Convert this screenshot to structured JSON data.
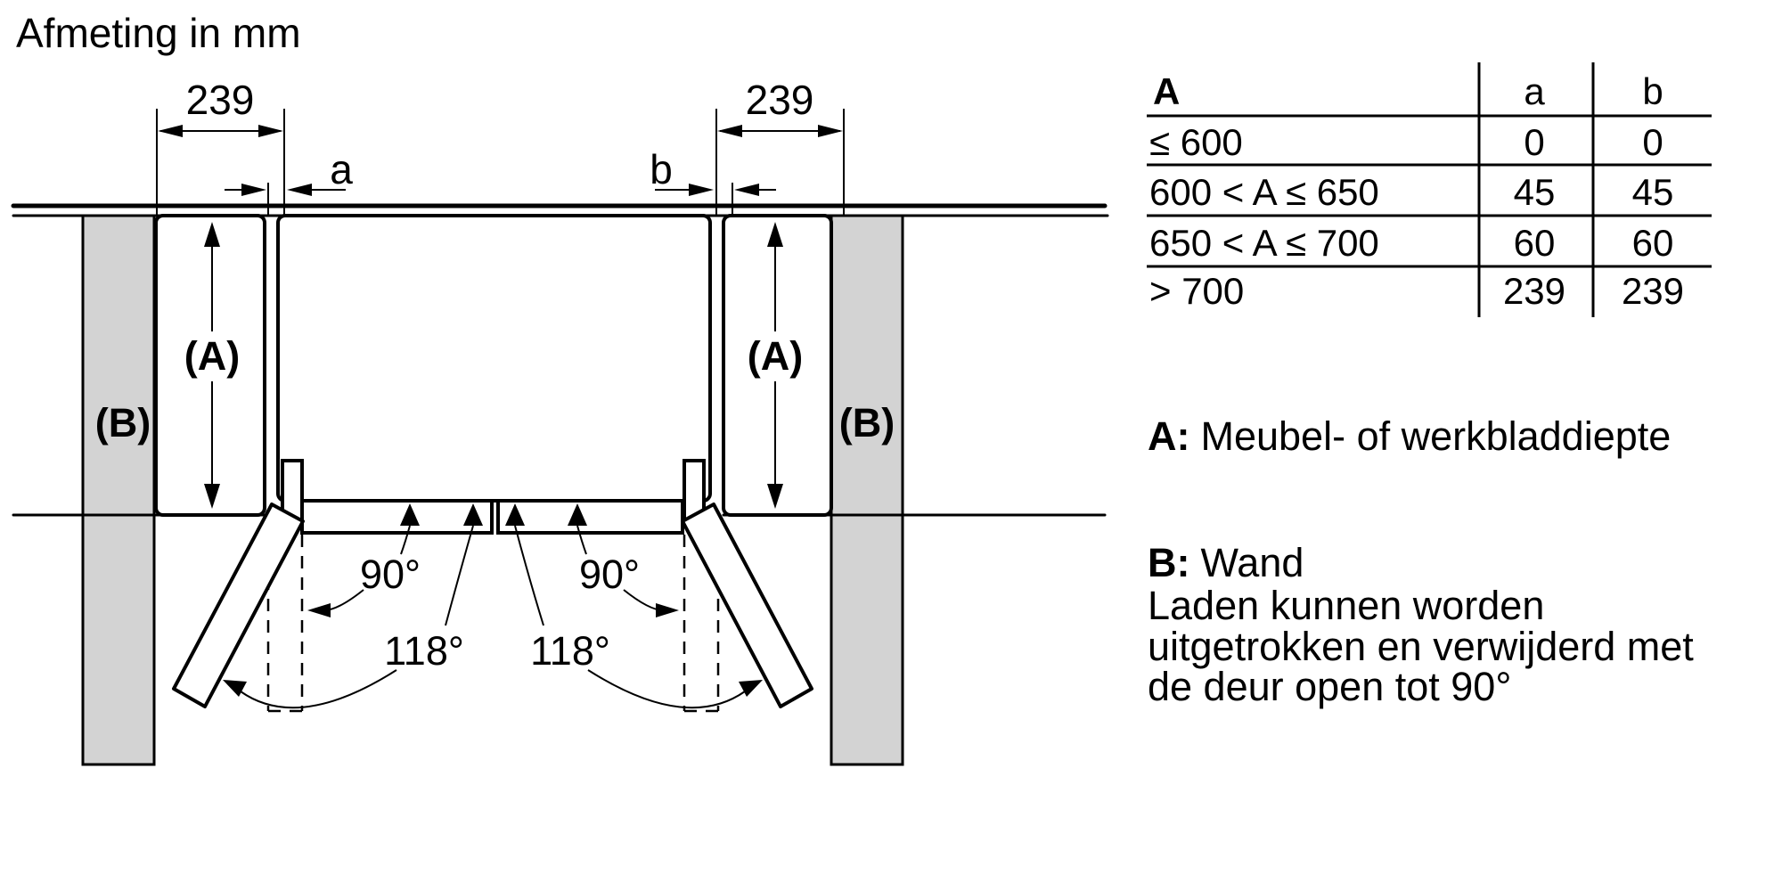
{
  "title": "Afmeting in mm",
  "diagram": {
    "wall_color": "#d3d3d3",
    "dim_left_239": "239",
    "dim_right_239": "239",
    "label_a": "a",
    "label_b": "b",
    "angle_90_left": "90°",
    "angle_90_right": "90°",
    "angle_118_left": "118°",
    "angle_118_right": "118°",
    "depth_label_left": "(A)",
    "depth_label_right": "(A)",
    "wall_label_left": "(B)",
    "wall_label_right": "(B)"
  },
  "table": {
    "header": {
      "condition": "A",
      "a": "a",
      "b": "b"
    },
    "rows": [
      {
        "condition": "≤ 600",
        "a": "0",
        "b": "0"
      },
      {
        "condition": "600 < A ≤ 650",
        "a": "45",
        "b": "45"
      },
      {
        "condition": "650 < A ≤ 700",
        "a": "60",
        "b": "60"
      },
      {
        "condition": "> 700",
        "a": "239",
        "b": "239"
      }
    ]
  },
  "notes": {
    "a_label": "A:",
    "a_text": "Meubel- of werkbladdiepte",
    "b_label": "B:",
    "b_line1": "Wand",
    "b_line2": "Laden kunnen worden",
    "b_line3": "uitgetrokken en verwijderd met",
    "b_line4": "de deur open tot 90°"
  }
}
